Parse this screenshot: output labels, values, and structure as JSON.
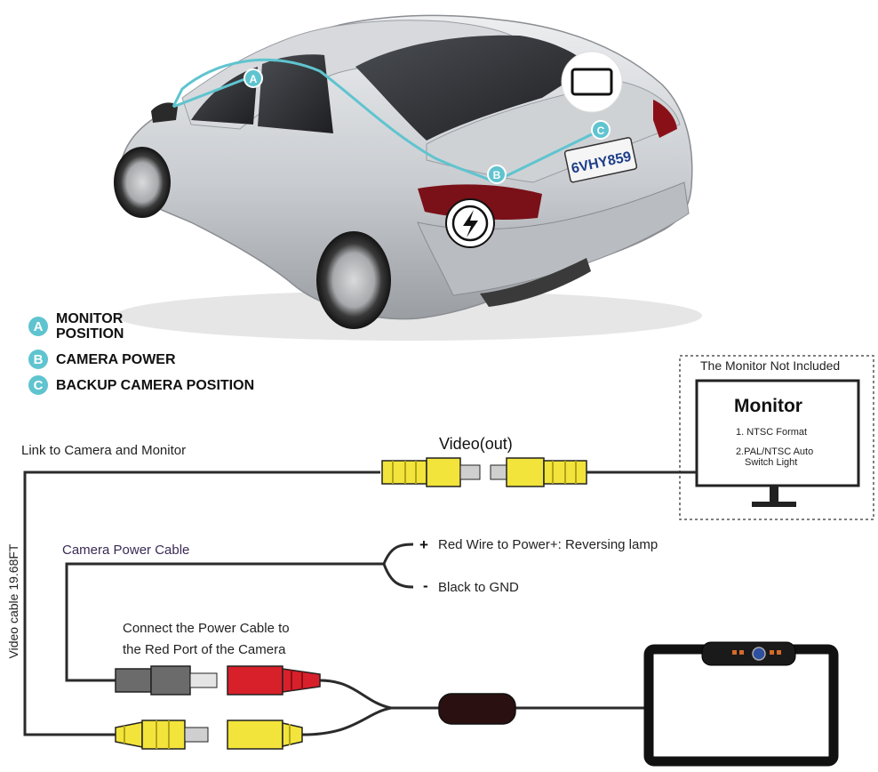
{
  "legend": [
    {
      "letter": "A",
      "line1": "MONITOR",
      "line2": "POSITION"
    },
    {
      "letter": "B",
      "line1": "CAMERA POWER",
      "line2": ""
    },
    {
      "letter": "C",
      "line1": "BACKUP CAMERA POSITION",
      "line2": ""
    }
  ],
  "car": {
    "plate": "6VHY859",
    "markers": [
      "A",
      "B",
      "C"
    ]
  },
  "monitor_box": {
    "note": "The Monitor Not Included",
    "title": "Monitor",
    "spec1": "1. NTSC Format",
    "spec2_line1": "2.PAL/NTSC Auto",
    "spec2_line2": "Switch Light"
  },
  "labels": {
    "link": "Link to Camera and Monitor",
    "video_out": "Video(out)",
    "power_cable": "Camera Power Cable",
    "plus_sign": "+",
    "red_wire": "Red Wire to Power+: Reversing lamp",
    "minus_sign": "-",
    "black_gnd": "Black to GND",
    "connect_line1": "Connect the Power Cable to",
    "connect_line2": "the Red Port of the Camera",
    "video_cable": "Video cable 19.68FT"
  },
  "colors": {
    "accent": "#5fc4cf",
    "cable": "#2b2b2b",
    "rca_yellow": "#f2e43a",
    "rca_red": "#d8202a",
    "rca_gray": "#6b6b6b"
  }
}
